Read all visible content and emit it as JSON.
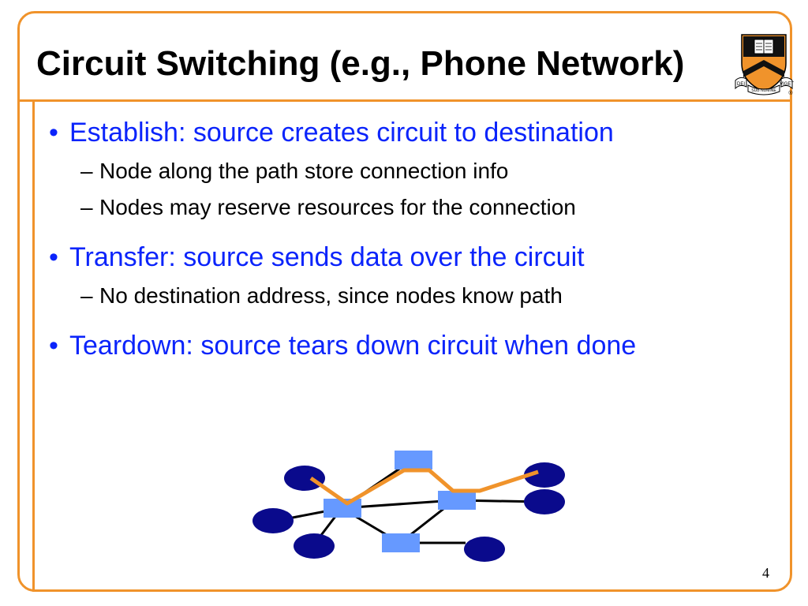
{
  "slide": {
    "title": "Circuit Switching (e.g., Phone Network)",
    "page_number": "4",
    "accent_color": "#f0932b",
    "bullet_color": "#0b24fb"
  },
  "logo": {
    "icon": "princeton-shield-icon",
    "motto_left": "DEI",
    "motto_center": "SUB NUMINE",
    "motto_right": "VIGET",
    "registered_mark": "®"
  },
  "bullets": [
    {
      "marker": "•",
      "text": "Establish: source creates circuit to destination",
      "sub": [
        {
          "marker": "–",
          "text": "Node along the path store connection info"
        },
        {
          "marker": "–",
          "text": "Nodes may reserve resources for the connection"
        }
      ]
    },
    {
      "marker": "•",
      "text": "Transfer: source sends data over the circuit",
      "sub": [
        {
          "marker": "–",
          "text": "No destination address, since nodes know path"
        }
      ]
    },
    {
      "marker": "•",
      "text": "Teardown: source tears down circuit when done",
      "sub": []
    }
  ],
  "diagram": {
    "host_color": "#0a0a8c",
    "switch_color": "#6699ff",
    "path_color": "#f0932b",
    "link_color": "#000000"
  }
}
